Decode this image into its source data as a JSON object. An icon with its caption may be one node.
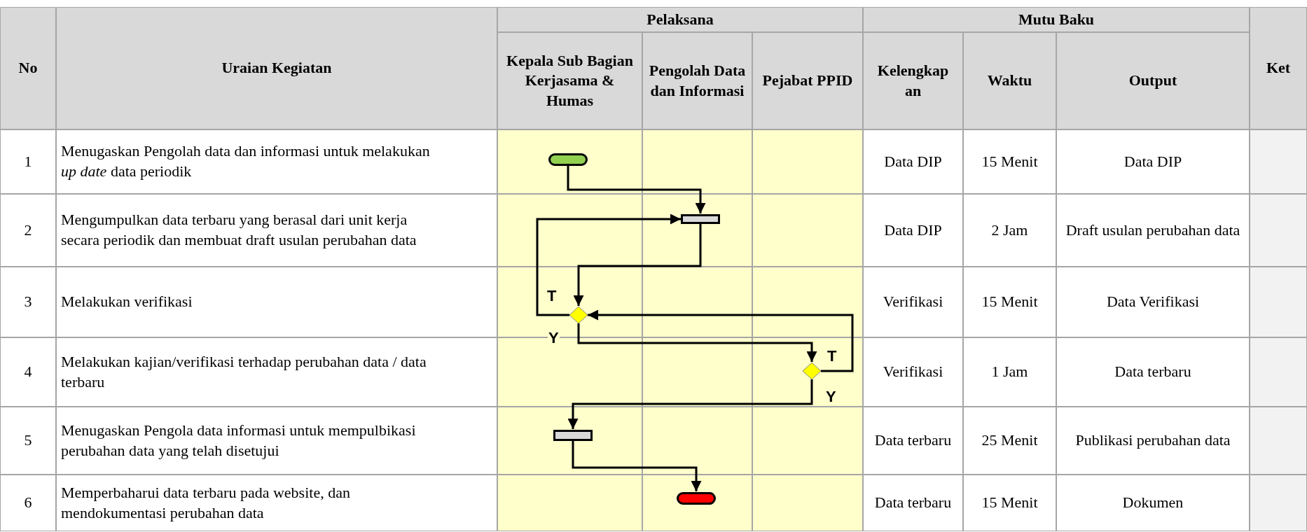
{
  "diagram": {
    "nodes": [
      {
        "text": [],
        "shape": "terminator"
      },
      {
        "text": [],
        "shape": "box"
      },
      {
        "text": [],
        "shape": "diamond"
      },
      {
        "text": [],
        "shape": "diamond"
      },
      {
        "text": [],
        "shape": "box"
      },
      {
        "text": [],
        "shape": "terminator"
      }
    ],
    "edges": [
      {
        "from": 0,
        "to": 1,
        "arrow": "to"
      },
      {
        "from": 1,
        "to": 2,
        "arrow": "to"
      },
      {
        "from": 2,
        "to": 1,
        "arrow": "to",
        "label": "T"
      },
      {
        "from": 2,
        "to": 3,
        "arrow": "to",
        "label": "Y"
      },
      {
        "from": 3,
        "to": 2,
        "arrow": "to",
        "label": "T"
      },
      {
        "from": 3,
        "to": 4,
        "arrow": "to",
        "label": "Y"
      },
      {
        "from": 4,
        "to": 5,
        "arrow": "to"
      }
    ],
    "labels": [
      "No",
      "Uraian Kegiatan",
      "Pelaksana",
      "Mutu Baku",
      "Ket",
      "Kepala Sub Bagian Kerjasama & Humas",
      "Pengolah Data dan Informasi",
      "Pejabat PPID",
      "Kelengkapan",
      "Waktu",
      "Output",
      "1",
      "Menugaskan Pengolah data dan informasi untuk melakukan *up date* data periodik",
      "Data DIP",
      "15 Menit",
      "Data DIP",
      "2",
      "Mengumpulkan data terbaru yang berasal dari unit kerja secara periodik dan membuat draft usulan perubahan data",
      "Data DIP",
      "2 Jam",
      "Draft usulan perubahan data",
      "3",
      "Melakukan verifikasi",
      "Verifikasi",
      "15 Menit",
      "Data Verifikasi",
      "4",
      "Melakukan kajian/verifikasi terhadap perubahan data / data terbaru",
      "Verifikasi",
      "1 Jam",
      "Data terbaru",
      "5",
      "Menugaskan Pengola data informasi untuk mempulbikasi perubahan data yang telah disetujui",
      "Data terbaru",
      "25 Menit",
      "Publikasi perubahan data",
      "6",
      "Memperbaharui data terbaru pada website, dan mendokumentasi perubahan data",
      "Data terbaru",
      "15 Menit",
      "Dokumen"
    ]
  }
}
